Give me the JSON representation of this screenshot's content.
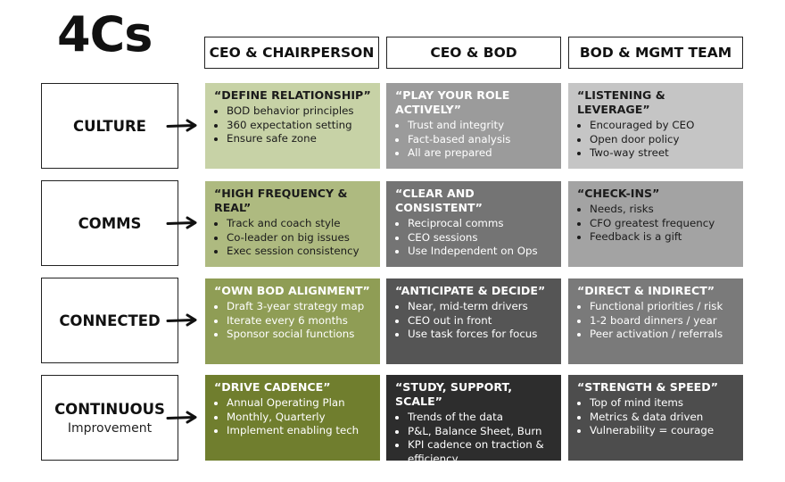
{
  "title": "4Cs",
  "columns": [
    "CEO & CHAIRPERSON",
    "CEO & BOD",
    "BOD & MGMT TEAM"
  ],
  "rows": [
    {
      "label": "CULTURE",
      "sublabel": "",
      "cells": [
        {
          "heading": "“DEFINE RELATIONSHIP”",
          "items": [
            "BOD behavior principles",
            "360 expectation setting",
            "Ensure safe zone"
          ],
          "bg": "#c7d2a6",
          "fg": "#1b1b1b"
        },
        {
          "heading": "“PLAY YOUR ROLE ACTIVELY”",
          "items": [
            "Trust and integrity",
            "Fact-based analysis",
            "All are prepared"
          ],
          "bg": "#9b9b9b",
          "fg": "#ffffff"
        },
        {
          "heading": "“LISTENING & LEVERAGE”",
          "items": [
            "Encouraged by CEO",
            "Open door policy",
            "Two-way street"
          ],
          "bg": "#c5c5c5",
          "fg": "#1b1b1b"
        }
      ]
    },
    {
      "label": "COMMS",
      "sublabel": "",
      "cells": [
        {
          "heading": "“HIGH FREQUENCY & REAL”",
          "items": [
            "Track and coach style",
            "Co-leader on big issues",
            "Exec session consistency"
          ],
          "bg": "#aeba80",
          "fg": "#1b1b1b"
        },
        {
          "heading": "“CLEAR AND CONSISTENT”",
          "items": [
            "Reciprocal comms",
            "CEO sessions",
            "Use Independent on Ops"
          ],
          "bg": "#747474",
          "fg": "#ffffff"
        },
        {
          "heading": "“CHECK-INS”",
          "items": [
            "Needs, risks",
            "CFO greatest frequency",
            "Feedback is a gift"
          ],
          "bg": "#a3a3a3",
          "fg": "#1b1b1b"
        }
      ]
    },
    {
      "label": "CONNECTED",
      "sublabel": "",
      "cells": [
        {
          "heading": "“OWN BOD ALIGNMENT”",
          "items": [
            "Draft 3-year strategy map",
            "Iterate every 6 months",
            "Sponsor social functions"
          ],
          "bg": "#8f9d55",
          "fg": "#ffffff"
        },
        {
          "heading": "“ANTICIPATE & DECIDE”",
          "items": [
            "Near, mid-term drivers",
            "CEO out in front",
            "Use task forces for focus"
          ],
          "bg": "#555555",
          "fg": "#ffffff"
        },
        {
          "heading": "“DIRECT & INDIRECT”",
          "items": [
            "Functional priorities / risk",
            "1-2 board dinners / year",
            "Peer activation / referrals"
          ],
          "bg": "#7a7a7a",
          "fg": "#ffffff"
        }
      ]
    },
    {
      "label": "CONTINUOUS",
      "sublabel": "Improvement",
      "cells": [
        {
          "heading": "“DRIVE CADENCE”",
          "items": [
            "Annual Operating Plan",
            "Monthly, Quarterly",
            "Implement enabling tech"
          ],
          "bg": "#707e2e",
          "fg": "#ffffff"
        },
        {
          "heading": "“STUDY, SUPPORT, SCALE”",
          "items": [
            "Trends of the data",
            "P&L, Balance Sheet, Burn",
            "KPI cadence on traction & efficiency"
          ],
          "bg": "#2d2d2d",
          "fg": "#ffffff"
        },
        {
          "heading": "“STRENGTH & SPEED”",
          "items": [
            "Top of mind items",
            "Metrics & data driven",
            "Vulnerability = courage"
          ],
          "bg": "#4d4d4d",
          "fg": "#ffffff"
        }
      ]
    }
  ]
}
